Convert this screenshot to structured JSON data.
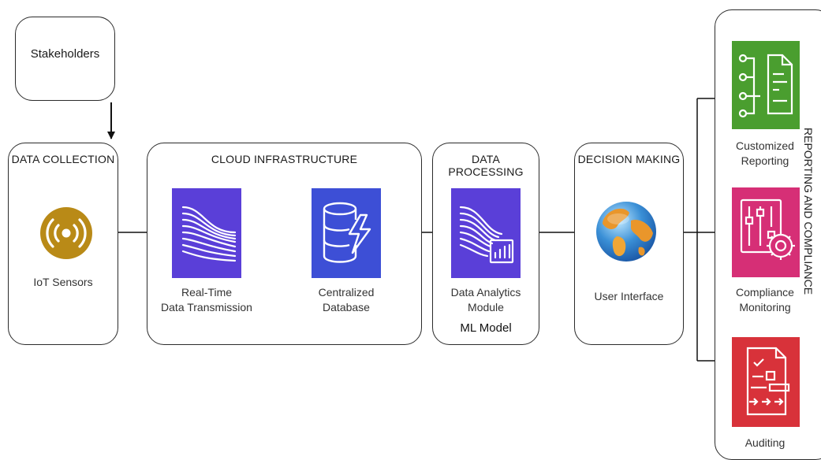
{
  "stakeholders": {
    "label": "Stakeholders"
  },
  "data_collection": {
    "title": "DATA COLLECTION",
    "item_label": "IoT Sensors"
  },
  "cloud_infrastructure": {
    "title": "CLOUD INFRASTRUCTURE",
    "transmission": {
      "line1": "Real-Time",
      "line2": "Data Transmission"
    },
    "database": {
      "line1": "Centralized",
      "line2": "Database"
    }
  },
  "data_processing": {
    "title": "DATA PROCESSING",
    "module": {
      "line1": "Data Analytics",
      "line2": "Module"
    },
    "model_label": "ML Model"
  },
  "decision_making": {
    "title": "DECISION MAKING",
    "item_label": "User Interface"
  },
  "reporting": {
    "title": "REPORTING AND COMPLIANCE",
    "items": [
      {
        "line1": "Customized",
        "line2": "Reporting",
        "color": "#4a9e2f"
      },
      {
        "line1": "Compliance",
        "line2": "Monitoring",
        "color": "#d62f76"
      },
      {
        "line1": "Auditing",
        "line2": "",
        "color": "#d8323a"
      }
    ]
  },
  "colors": {
    "purple_tile": "#5a3fd8",
    "blue_tile": "#3d4fd6",
    "sensor_gold": "#b98a17",
    "line": "#111111"
  }
}
